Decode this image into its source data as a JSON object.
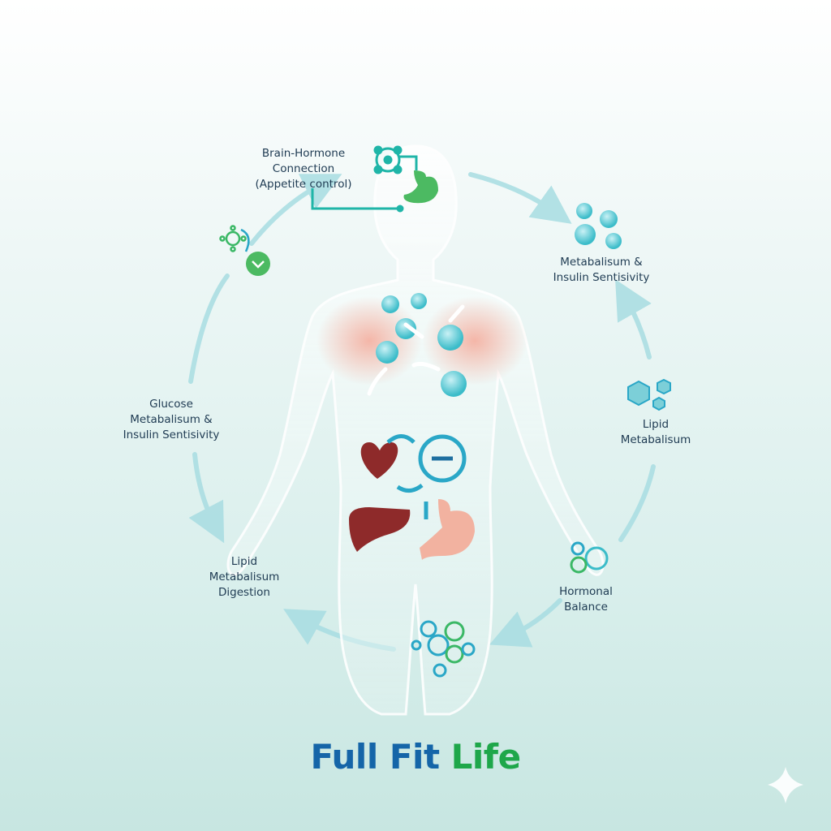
{
  "labels": {
    "brain_hormone": "Brain-Hormone\nConnection\n(Appetite control)",
    "metabolism_right": "Metabalisum &\nInsulin Sentisivity",
    "glucose": "Glucose\nMetabalisum &\nInsulin Sentisivity",
    "lipid_right": "Lipid\nMetabalisum",
    "lipid_digestion": "Lipid\nMetabalisum\nDigestion",
    "hormonal": "Hormonal\nBalance"
  },
  "title": {
    "part1": "Full Fit",
    "part2": "Life"
  },
  "colors": {
    "blue": "#1565a8",
    "green": "#1ea74a",
    "teal": "#3bbcc9",
    "organ": "#8e2a2a",
    "stomach": "#f2b2a0"
  }
}
